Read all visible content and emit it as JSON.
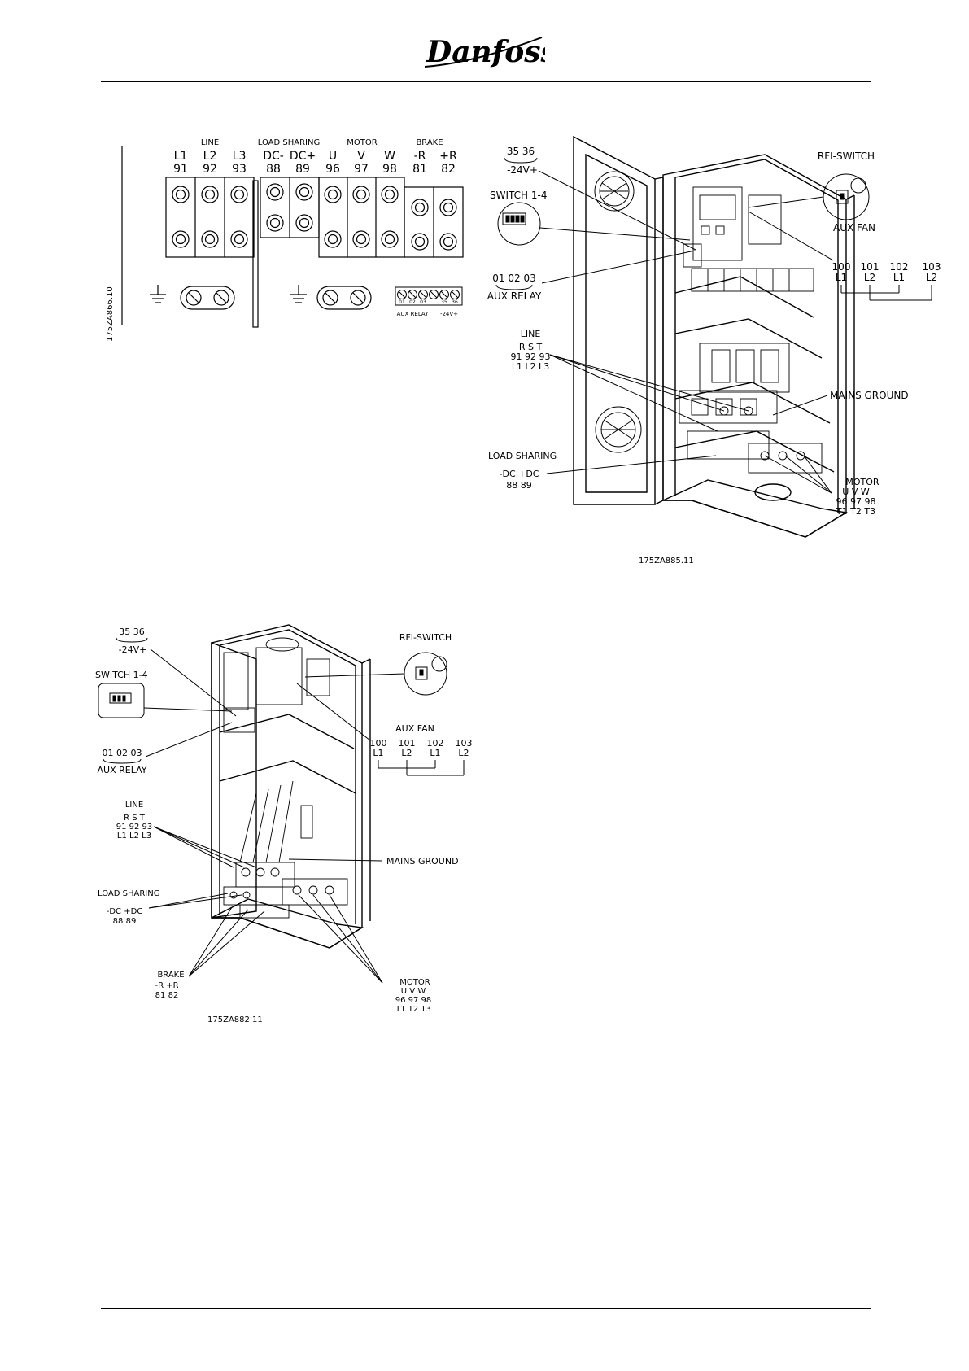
{
  "header": {
    "logo_text": "Danfoss"
  },
  "fig1": {
    "id": "175ZA866.10",
    "groups": {
      "line": "LINE",
      "load_sharing": "LOAD SHARING",
      "motor": "MOTOR",
      "brake": "BRAKE"
    },
    "terminals": [
      {
        "name": "L1",
        "num": "91"
      },
      {
        "name": "L2",
        "num": "92"
      },
      {
        "name": "L3",
        "num": "93"
      },
      {
        "name": "DC-",
        "num": "88"
      },
      {
        "name": "DC+",
        "num": "89"
      },
      {
        "name": "U",
        "num": "96"
      },
      {
        "name": "V",
        "num": "97"
      },
      {
        "name": "W",
        "num": "98"
      },
      {
        "name": "-R",
        "num": "81"
      },
      {
        "name": "+R",
        "num": "82"
      }
    ],
    "small_terms": [
      "01",
      "02",
      "03",
      "35",
      "36"
    ],
    "aux_relay": "AUX RELAY",
    "v24": "-24V+"
  },
  "fig2": {
    "id": "175ZA885.11",
    "t3536": "35  36",
    "v24": "-24V+",
    "switch": "SWITCH 1-4",
    "relay_nums": "01  02  03",
    "aux_relay": "AUX RELAY",
    "line": "LINE",
    "rst": "R   S   T",
    "line_nums": "91  92  93",
    "line_l": "L1  L2  L3",
    "load_sharing": "LOAD SHARING",
    "dc": "-DC  +DC",
    "dc_nums": "88    89",
    "rfi": "RFI-SWITCH",
    "aux_fan": "AUX FAN",
    "fan_nums": [
      "100",
      "101",
      "102",
      "103"
    ],
    "fan_l": [
      "L1",
      "L2",
      "L1",
      "L2"
    ],
    "mains_ground": "MAINS GROUND",
    "motor": "MOTOR",
    "uvw": "U   V   W",
    "motor_nums": "96  97  98",
    "motor_t": "T1  T2  T3"
  },
  "fig3": {
    "id": "175ZA882.11",
    "t3536": "35  36",
    "v24": "-24V+",
    "switch": "SWITCH 1-4",
    "relay_nums": "01  02  03",
    "aux_relay": "AUX RELAY",
    "line": "LINE",
    "rst": "R   S   T",
    "line_nums": "91  92  93",
    "line_l": "L1  L2  L3",
    "load_sharing": "LOAD SHARING",
    "dc": "-DC  +DC",
    "dc_nums": "88    89",
    "brake": "BRAKE",
    "r": "-R  +R",
    "r_nums": "81  82",
    "rfi": "RFI-SWITCH",
    "aux_fan": "AUX FAN",
    "fan_nums": [
      "100",
      "101",
      "102",
      "103"
    ],
    "fan_l": [
      "L1",
      "L2",
      "L1",
      "L2"
    ],
    "mains_ground": "MAINS GROUND",
    "motor": "MOTOR",
    "uvw": "U   V   W",
    "motor_nums": "96  97  98",
    "motor_t": "T1  T2  T3"
  }
}
